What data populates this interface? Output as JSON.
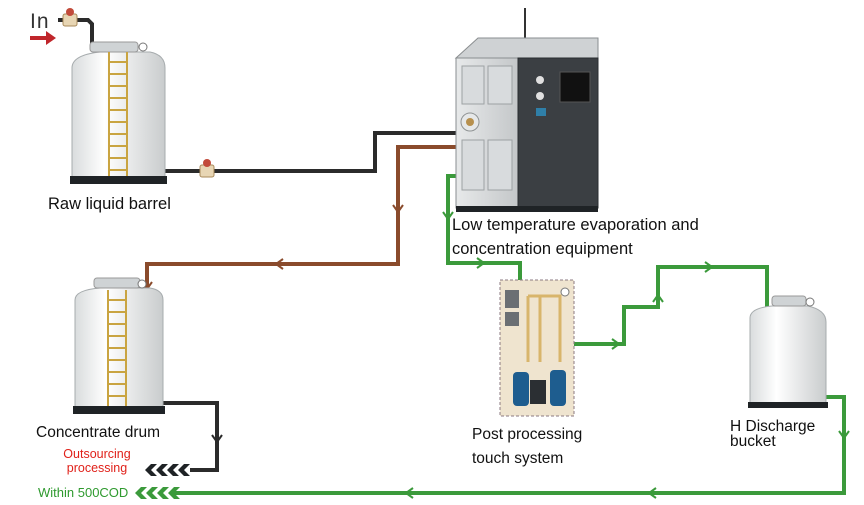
{
  "inlet_label": "In",
  "labels": {
    "raw_liquid_barrel": "Raw liquid barrel",
    "equipment_line1": "Low temperature evaporation and",
    "equipment_line2": "concentration equipment",
    "post_processing_line1": "Post processing",
    "post_processing_line2": "touch system",
    "concentrate_drum": "Concentrate drum",
    "discharge_line1": "H Discharge",
    "discharge_line2": "bucket",
    "outsourcing_line1": "Outsourcing",
    "outsourcing_line2": "processing",
    "within_cod": "Within 500COD"
  },
  "colors": {
    "feed_pipe": "#2b2b2b",
    "concentrate_pipe": "#8a4b2c",
    "clean_pipe": "#3b9a3b",
    "inlet_arrow": "#c0262b",
    "outsourcing_text": "#e0211a",
    "cod_text": "#2f9a2f"
  }
}
